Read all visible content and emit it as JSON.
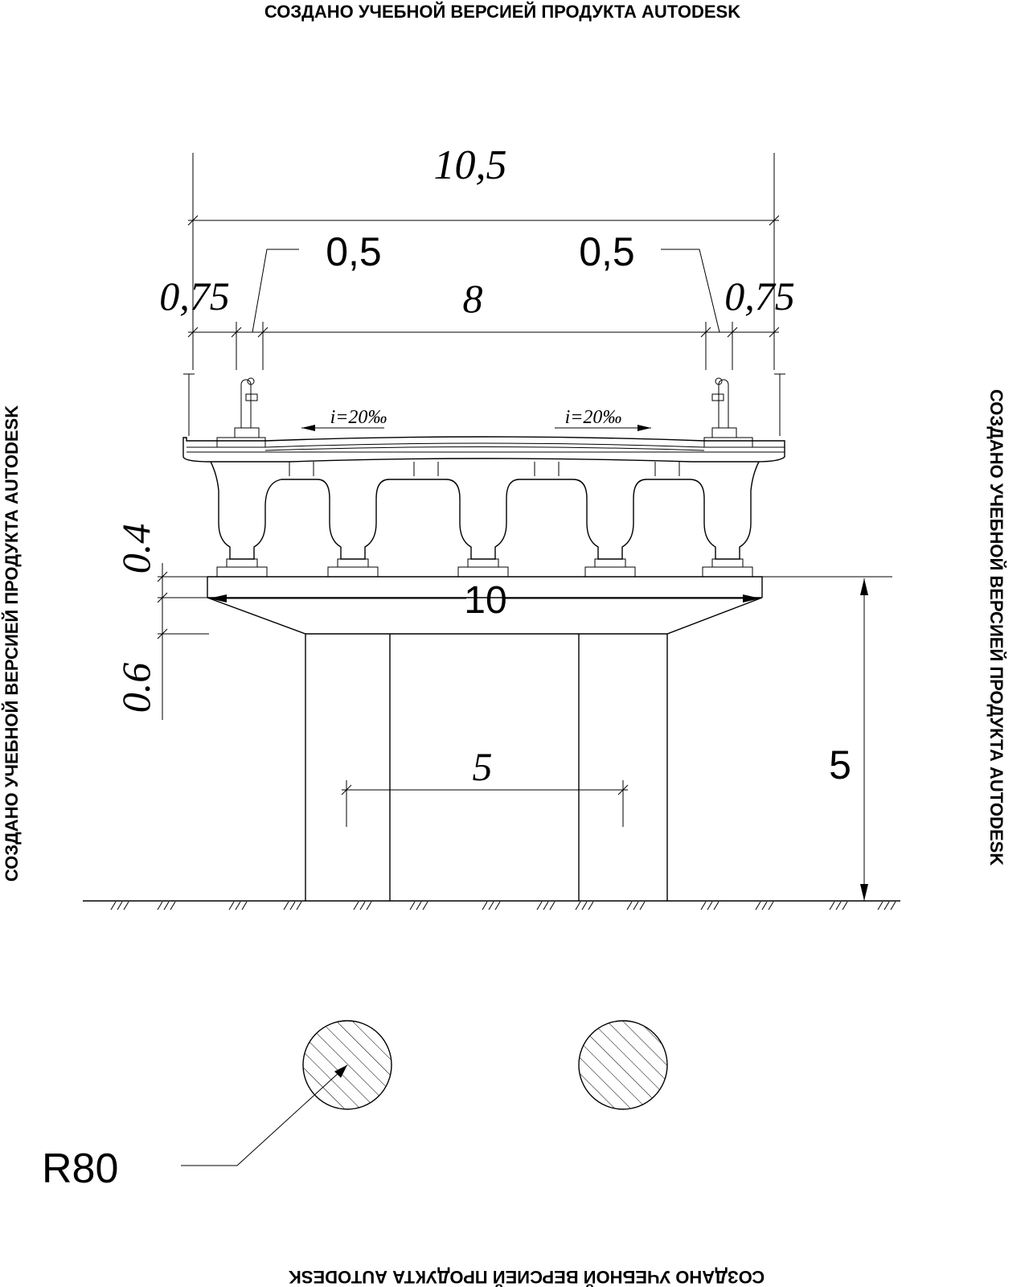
{
  "watermark": {
    "top": "СОЗДАНО УЧЕБНОЙ ВЕРСИЕЙ ПРОДУКТА AUTODESK",
    "bottom": "СОЗДАНО УЧЕБНОЙ ВЕРСИЕЙ ПРОДУКТА AUTODESK",
    "left": "СОЗДАНО УЧЕБНОЙ ВЕРСИЕЙ ПРОДУКТА AUTODESK",
    "right": "СОЗДАНО УЧЕБНОЙ ВЕРСИЕЙ ПРОДУКТА AUTODESK"
  },
  "dimensions": {
    "total_width": "10,5",
    "edge_left": "0,5",
    "edge_right": "0,5",
    "sidewalk_left": "0,75",
    "sidewalk_right": "0,75",
    "carriageway": "8",
    "slope_left": "i=20‰",
    "slope_right": "i=20‰",
    "beam_height": "0.4",
    "cap_height": "0.6",
    "cap_width": "10",
    "pier_spacing": "5",
    "pier_height": "5",
    "radius": "R80"
  }
}
